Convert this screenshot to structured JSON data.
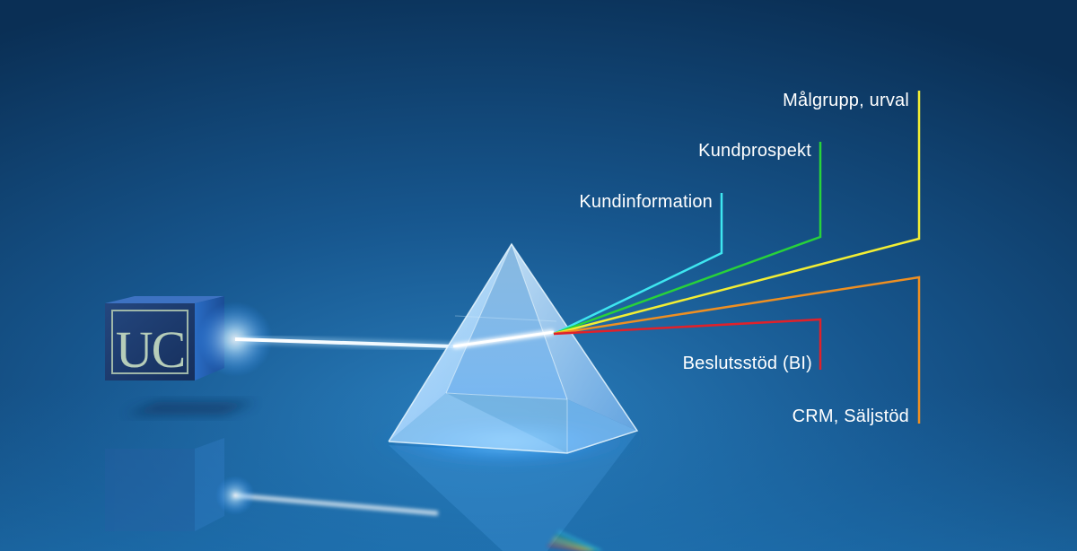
{
  "logo": {
    "text": "UC"
  },
  "outputs": [
    {
      "label": "Målgrupp, urval",
      "color": "#f2ee34"
    },
    {
      "label": "Kundprospekt",
      "color": "#28d23a"
    },
    {
      "label": "Kundinformation",
      "color": "#3ee6f0"
    },
    {
      "label": "Beslutsstöd (BI)",
      "color": "#e0212a"
    },
    {
      "label": "CRM, Säljstöd",
      "color": "#ee8f22"
    }
  ]
}
